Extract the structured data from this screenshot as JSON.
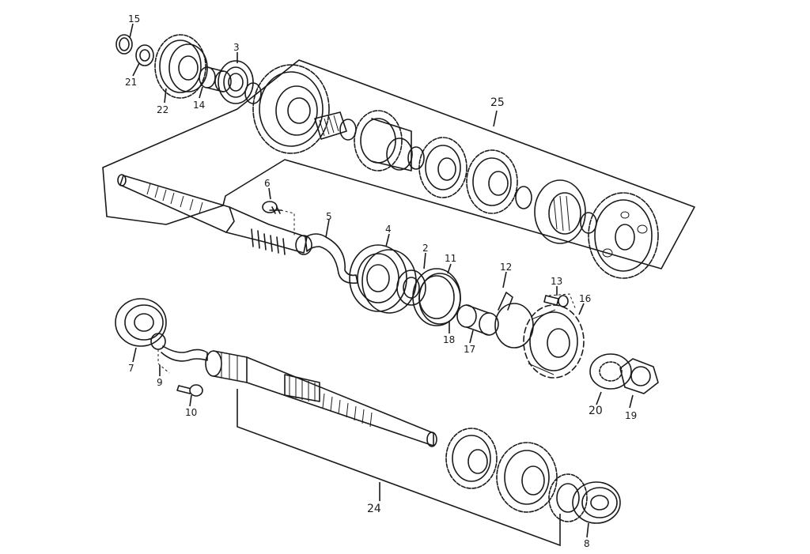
{
  "diagram": {
    "callouts": {
      "c1": "15",
      "c2": "21",
      "c3": "22",
      "c4": "14",
      "c5": "3",
      "c6": "25",
      "c7": "6",
      "c8": "5",
      "c9": "4",
      "c10": "2",
      "c11": "11",
      "c12": "12",
      "c13": "13",
      "c14": "16",
      "c15": "18",
      "c16": "17",
      "c17": "7",
      "c18": "9",
      "c19": "10",
      "c20": "20",
      "c21": "19",
      "c22": "24",
      "c23": "8"
    }
  }
}
